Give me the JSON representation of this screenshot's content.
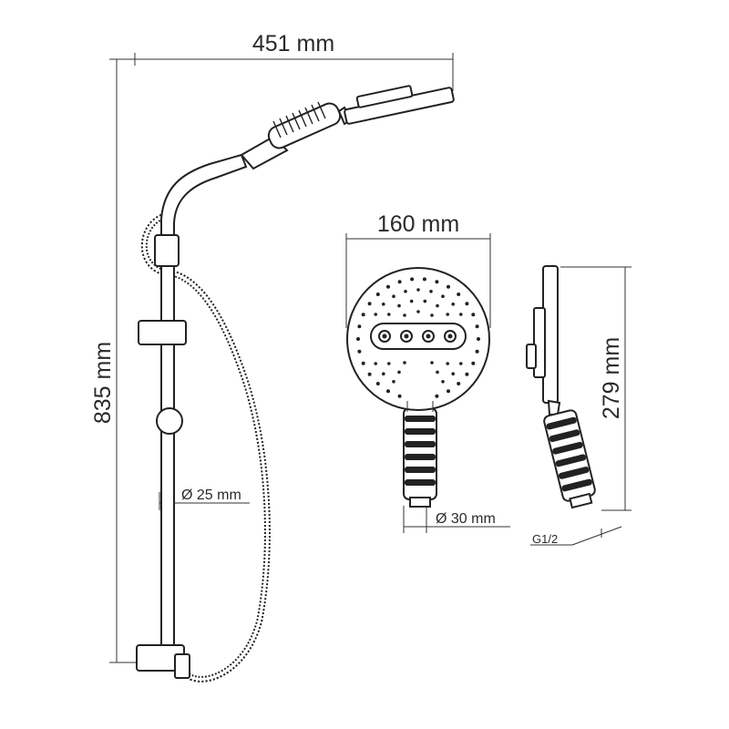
{
  "dimensions": {
    "total_width": "451 mm",
    "total_height": "835 mm",
    "bar_diameter": "Ø 25 mm",
    "head_diameter": "160 mm",
    "handle_diameter": "Ø 30 mm",
    "handset_length": "279 mm",
    "thread": "G1/2"
  }
}
